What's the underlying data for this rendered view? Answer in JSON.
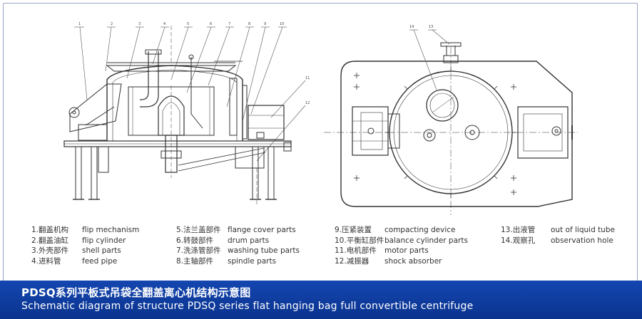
{
  "title": {
    "cn": "PDSQ系列平板式吊袋全翻盖离心机结构示意图",
    "en": "Schematic diagram of structure PDSQ series flat hanging bag full convertible centrifuge"
  },
  "callouts_side": [
    "1",
    "2",
    "3",
    "4",
    "5",
    "6",
    "7",
    "8",
    "9",
    "10",
    "11",
    "12"
  ],
  "callouts_top": [
    "14",
    "13"
  ],
  "legend": {
    "col1": [
      {
        "cn": "1.翻盖机构",
        "en": "flip mechanism"
      },
      {
        "cn": "2.翻盖油缸",
        "en": "flip cylinder"
      },
      {
        "cn": "3.外壳部件",
        "en": "shell parts"
      },
      {
        "cn": "4.进料管",
        "en": "feed pipe"
      }
    ],
    "col2": [
      {
        "cn": "5.法兰盖部件",
        "en": "flange cover parts"
      },
      {
        "cn": "6.转鼓部件",
        "en": "drum parts"
      },
      {
        "cn": "7.洗涤管部件",
        "en": "washing tube parts"
      },
      {
        "cn": "8.主轴部件",
        "en": "spindle parts"
      }
    ],
    "col3": [
      {
        "cn": "9.压紧装置",
        "en": "compacting device"
      },
      {
        "cn": "10.平衡缸部件",
        "en": "balance cylinder parts"
      },
      {
        "cn": "11.电机部件",
        "en": "motor parts"
      },
      {
        "cn": "12.减振器",
        "en": "shock absorber"
      }
    ],
    "col4": [
      {
        "cn": "13.出液管",
        "en": "out of liquid tube"
      },
      {
        "cn": "14.观察孔",
        "en": "observation hole"
      }
    ]
  },
  "colors": {
    "banner": "#0d3a9c",
    "line": "#333333",
    "text": "#333333"
  }
}
